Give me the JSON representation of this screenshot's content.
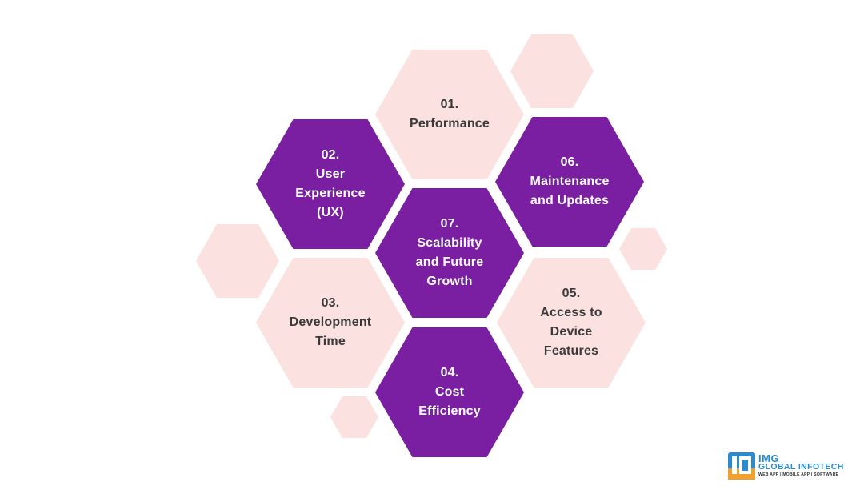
{
  "colors": {
    "purple": "#7b1fa2",
    "pink": "#fbe1df",
    "dark_text": "#3a3a3a",
    "light_text": "#ffffff",
    "logo_blue": "#2a8bd0",
    "logo_orange": "#f0a02b"
  },
  "hexagons": [
    {
      "id": "performance",
      "num": "01.",
      "lines": [
        "Performance"
      ],
      "style": "light"
    },
    {
      "id": "user-experience",
      "num": "02.",
      "lines": [
        "User",
        "Experience",
        "(UX)"
      ],
      "style": "dark"
    },
    {
      "id": "development-time",
      "num": "03.",
      "lines": [
        "Development",
        "Time"
      ],
      "style": "light"
    },
    {
      "id": "cost-efficiency",
      "num": "04.",
      "lines": [
        "Cost",
        "Efficiency"
      ],
      "style": "dark"
    },
    {
      "id": "access-device-features",
      "num": "05.",
      "lines": [
        "Access to",
        "Device",
        "Features"
      ],
      "style": "light"
    },
    {
      "id": "maintenance-updates",
      "num": "06.",
      "lines": [
        "Maintenance",
        "and Updates"
      ],
      "style": "dark"
    },
    {
      "id": "scalability-growth",
      "num": "07.",
      "lines": [
        "Scalability",
        "and Future",
        "Growth"
      ],
      "style": "dark"
    }
  ],
  "logo": {
    "brand": "IMG",
    "name": "GLOBAL INFOTECH",
    "tagline": "WEB APP | MOBILE APP | SOFTWARE"
  }
}
